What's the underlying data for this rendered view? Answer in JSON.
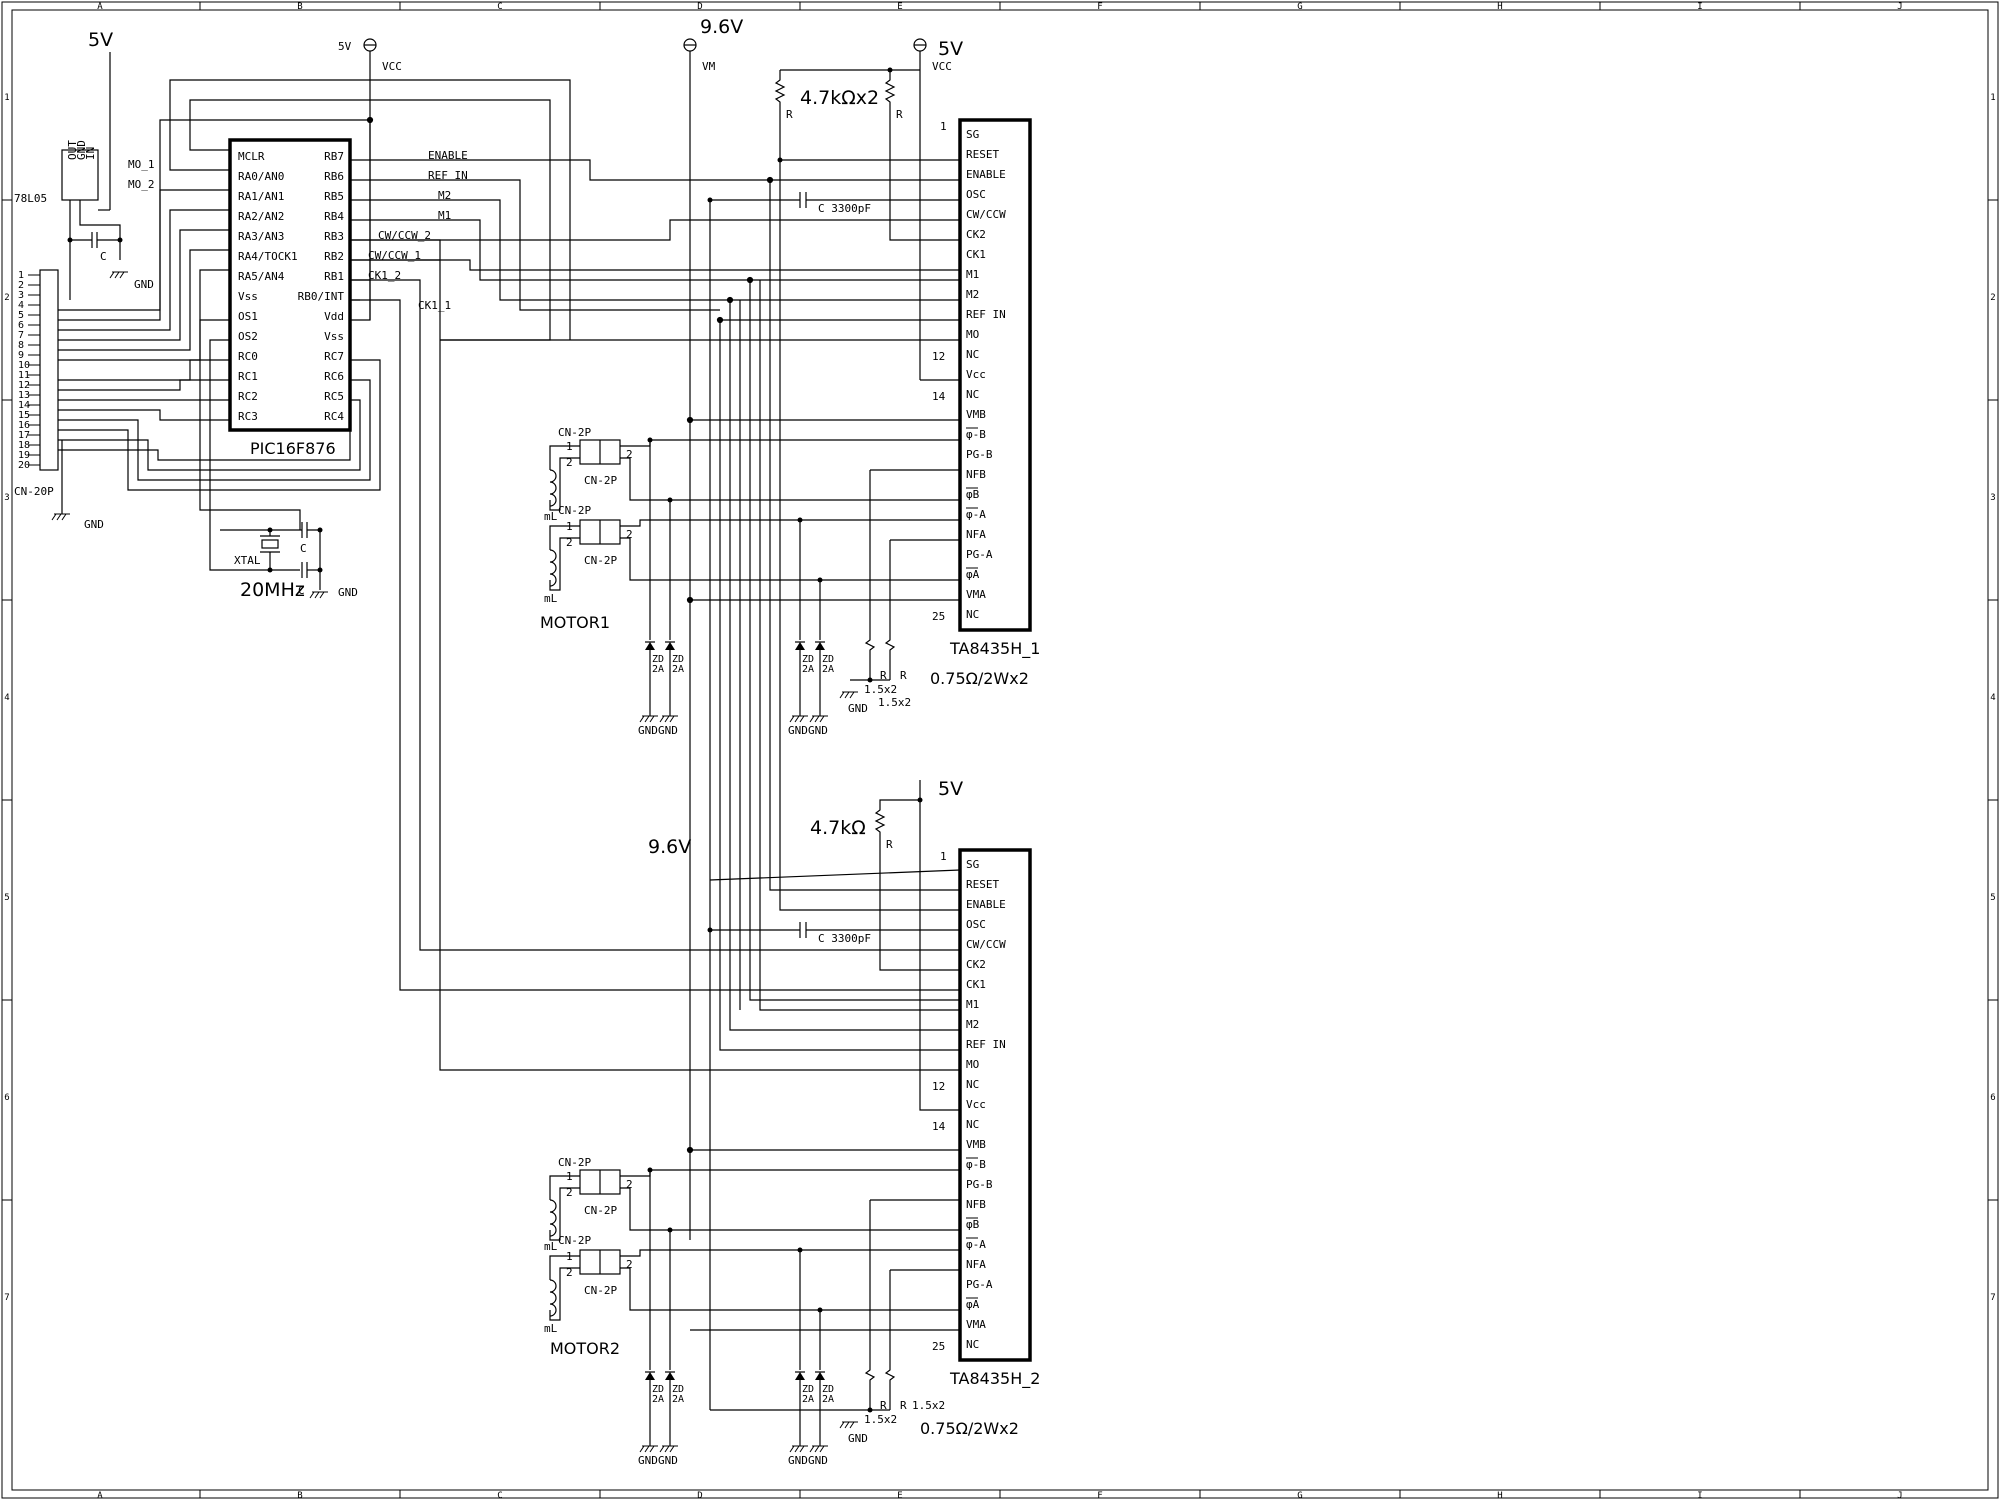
{
  "border": {
    "columns": [
      "A",
      "B",
      "C",
      "D",
      "E",
      "F",
      "G",
      "H",
      "I",
      "J"
    ],
    "rows": [
      "1",
      "2",
      "3",
      "4",
      "5",
      "6",
      "7"
    ]
  },
  "supply": {
    "top_left_5v": "5V",
    "vcc_5v": "5V",
    "vcc": "VCC",
    "vm_96v": "9.6V",
    "vm": "VM",
    "right_5v": "5V",
    "right_vcc": "VCC",
    "mid_96v": "9.6V",
    "lower_5v": "5V"
  },
  "regulator": {
    "name": "78L05",
    "pins": [
      "OUT",
      "GND",
      "IN"
    ],
    "cap": "C",
    "gnd": "GND"
  },
  "connector": {
    "name": "CN-20P",
    "pins": [
      "1",
      "2",
      "3",
      "4",
      "5",
      "6",
      "7",
      "8",
      "9",
      "10",
      "11",
      "12",
      "13",
      "14",
      "15",
      "16",
      "17",
      "18",
      "19",
      "20"
    ],
    "gnd": "GND"
  },
  "mcu": {
    "name": "PIC16F876",
    "left_pins": [
      "MCLR",
      "RA0/AN0",
      "RA1/AN1",
      "RA2/AN2",
      "RA3/AN3",
      "RA4/TOCK1",
      "RA5/AN4",
      "Vss",
      "OS1",
      "OS2",
      "RC0",
      "RC1",
      "RC2",
      "RC3"
    ],
    "right_pins": [
      "RB7",
      "RB6",
      "RB5",
      "RB4",
      "RB3",
      "RB2",
      "RB1",
      "RB0/INT",
      "Vdd",
      "Vss",
      "RC7",
      "RC6",
      "RC5",
      "RC4"
    ],
    "net_left": [
      "MO_1",
      "MO_2"
    ],
    "net_right": [
      "ENABLE",
      "REF IN",
      "M2",
      "M1",
      "CW/CCW_2",
      "CW/CCW_1",
      "CK1_2",
      "CK1_1"
    ]
  },
  "crystal": {
    "name": "XTAL",
    "freq": "20MHz",
    "cap1": "C",
    "cap2": "C",
    "gnd": "GND"
  },
  "driver1": {
    "name": "TA8435H_1",
    "pins": [
      "SG",
      "RESET",
      "ENABLE",
      "OSC",
      "CW/CCW",
      "CK2",
      "CK1",
      "M1",
      "M2",
      "REF IN",
      "MO",
      "NC",
      "Vcc",
      "NC",
      "VMB",
      "φ-B",
      "PG-B",
      "NFB",
      "φB",
      "φ-A",
      "NFA",
      "PG-A",
      "φA",
      "VMA",
      "NC"
    ],
    "pin_nums": [
      "1",
      "12",
      "14",
      "25"
    ],
    "pullups": "4.7kΩx2",
    "pullup_r": [
      "R",
      "R"
    ],
    "osc_cap": "C 3300pF",
    "sense": "0.75Ω/2Wx2",
    "sense_r": [
      "R",
      "R"
    ],
    "sense_val": [
      "1.5x2",
      "1.5x2"
    ],
    "gnd": "GND"
  },
  "driver2": {
    "name": "TA8435H_2",
    "pins": [
      "SG",
      "RESET",
      "ENABLE",
      "OSC",
      "CW/CCW",
      "CK2",
      "CK1",
      "M1",
      "M2",
      "REF IN",
      "MO",
      "NC",
      "Vcc",
      "NC",
      "VMB",
      "φ-B",
      "PG-B",
      "NFB",
      "φB",
      "φ-A",
      "NFA",
      "PG-A",
      "φA",
      "VMA",
      "NC"
    ],
    "pin_nums": [
      "1",
      "12",
      "14",
      "25"
    ],
    "pullup": "4.7kΩ",
    "pullup_r": "R",
    "osc_cap": "C 3300pF",
    "sense": "0.75Ω/2Wx2",
    "sense_r": [
      "R",
      "R"
    ],
    "sense_val": [
      "1.5x2",
      "1.5x2"
    ],
    "gnd": "GND"
  },
  "motor1": {
    "name": "MOTOR1",
    "conn": [
      "CN-2P",
      "CN-2P",
      "CN-2P",
      "CN-2P"
    ],
    "coil": [
      "mL",
      "mL"
    ],
    "pin": [
      "1",
      "2",
      "2",
      "1",
      "2",
      "2"
    ],
    "zener": [
      "ZD",
      "2A",
      "ZD",
      "2A",
      "ZD",
      "2A",
      "ZD",
      "2A"
    ],
    "gnd": [
      "GND",
      "GND",
      "GND",
      "GND"
    ]
  },
  "motor2": {
    "name": "MOTOR2",
    "conn": [
      "CN-2P",
      "CN-2P",
      "CN-2P",
      "CN-2P"
    ],
    "coil": [
      "mL",
      "mL"
    ],
    "pin": [
      "1",
      "2",
      "2",
      "1",
      "2",
      "2"
    ],
    "zener": [
      "ZD",
      "2A",
      "ZD",
      "2A",
      "ZD",
      "2A",
      "ZD",
      "2A"
    ],
    "gnd": [
      "GND",
      "GND",
      "GND",
      "GND"
    ]
  }
}
